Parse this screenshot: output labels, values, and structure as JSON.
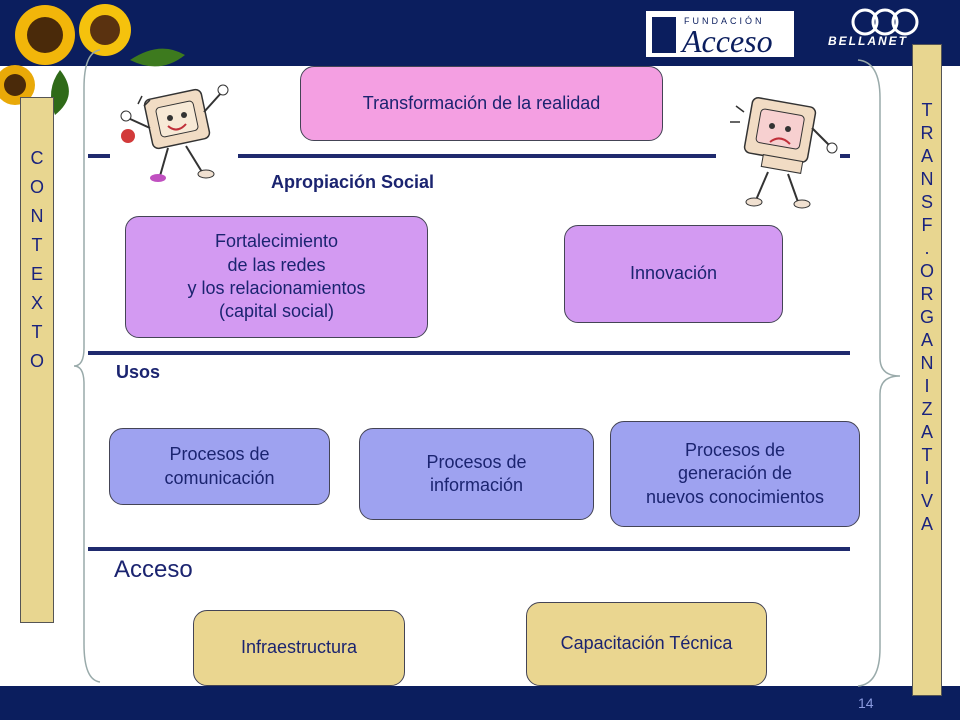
{
  "logos": {
    "acceso_fundacion": "FUNDACIÓN",
    "acceso_name": "Acceso",
    "bellanet": "BELLANET"
  },
  "left_vertical": [
    "C",
    "O",
    "N",
    "T",
    "E",
    "X",
    "T",
    "O"
  ],
  "right_vertical": [
    "T",
    "R",
    "A",
    "N",
    "S",
    "F",
    ".",
    "O",
    "R",
    "G",
    "A",
    "N",
    "I",
    "Z",
    "A",
    "T",
    "I",
    "V",
    "A"
  ],
  "top_box": "Transformación de la realidad",
  "sections": {
    "apropiacion": "Apropiación Social",
    "usos": "Usos",
    "acceso": "Acceso"
  },
  "boxes": {
    "fortalecimiento": [
      "Fortalecimiento",
      "de las redes",
      "y los relacionamientos",
      "(capital social)"
    ],
    "innovacion": "Innovación",
    "comunicacion": [
      "Procesos de",
      "comunicación"
    ],
    "informacion": [
      "Procesos de",
      "información"
    ],
    "generacion": [
      "Procesos de",
      "generación de",
      "nuevos conocimientos"
    ],
    "infraestructura": "Infraestructura",
    "capacitacion": "Capacitación Técnica"
  },
  "page_number": "14",
  "colors": {
    "band": "#0b1e5e",
    "pink": "#f49fe2",
    "violet": "#d39af2",
    "blue": "#9ea2f0",
    "yellow": "#ead690"
  }
}
